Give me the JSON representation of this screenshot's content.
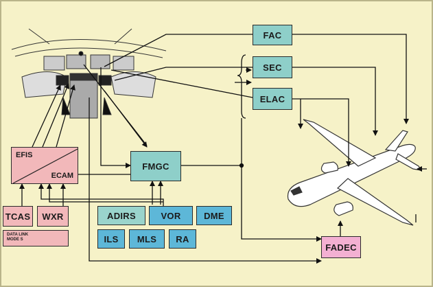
{
  "boxes": {
    "fac": "FAC",
    "sec": "SEC",
    "elac": "ELAC",
    "fmgc": "FMGC",
    "efis_line1": "EFIS",
    "efis_line2": "ECAM",
    "tcas": "TCAS",
    "wxr": "WXR",
    "datalink_line1": "DATA LINK",
    "datalink_line2": "MODE S",
    "adirs": "ADIRS",
    "vor": "VOR",
    "dme": "DME",
    "ils": "ILS",
    "mls": "MLS",
    "ra": "RA",
    "fadec": "FADEC"
  },
  "colors": {
    "teal": "#8ecfc9",
    "blue": "#5db7d8",
    "pink": "#f2b8ba",
    "magenta": "#f3b0d2",
    "background": "#f6f2c8"
  }
}
